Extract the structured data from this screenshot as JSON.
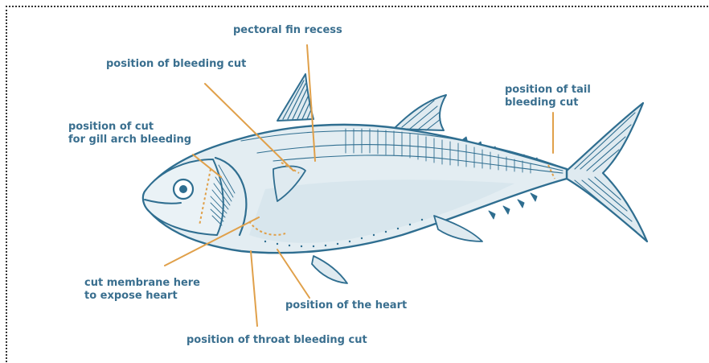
{
  "diagram": {
    "labels": {
      "pectoral_fin_recess": "pectoral fin recess",
      "bleeding_cut": "position of  bleeding cut",
      "gill_arch_cut": "position of cut\nfor gill arch bleeding",
      "tail_bleeding_cut": "position of tail\nbleeding cut",
      "cut_membrane": "cut membrane here\nto expose heart",
      "heart_position": "position of the heart",
      "throat_bleeding_cut": "position of throat bleeding cut"
    },
    "colors": {
      "label_text": "#3a6f8f",
      "pointer": "#e0a04a",
      "fish_outline": "#2f6e90",
      "fish_body_fill": "#e3edf2",
      "fish_belly_fill": "#d8e6ed"
    }
  }
}
